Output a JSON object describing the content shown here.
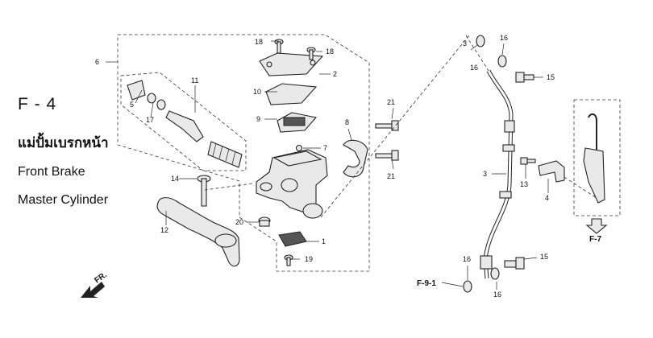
{
  "page_code": "F - 4",
  "title_thai": "แม่ปั้มเบรกหน้า",
  "title_en_line1": "Front Brake",
  "title_en_line2": "Master Cylinder",
  "direction_label": "FR.",
  "callouts": {
    "c1": "1",
    "c2": "2",
    "c3": "3",
    "c4": "4",
    "c5": "5",
    "c6": "6",
    "c7": "7",
    "c8": "8",
    "c9": "9",
    "c10": "10",
    "c11": "11",
    "c12": "12",
    "c13": "13",
    "c14": "14",
    "c15a": "15",
    "c15b": "15",
    "c16a": "16",
    "c16b": "16",
    "c16c": "16",
    "c16d": "16",
    "c17": "17",
    "c18a": "18",
    "c18b": "18",
    "c19": "19",
    "c20": "20",
    "c21a": "21",
    "c21b": "21"
  },
  "refs": {
    "f7": "F-7",
    "f91": "F-9-1"
  }
}
